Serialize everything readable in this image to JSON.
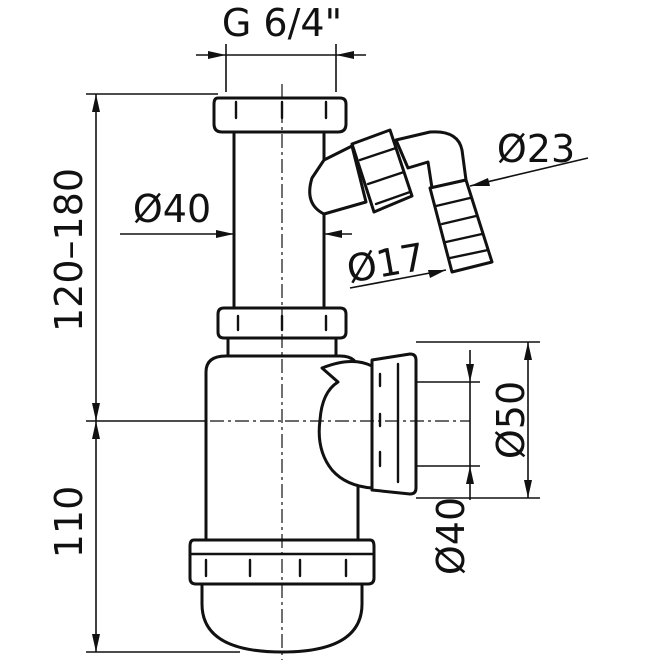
{
  "labels": {
    "thread": "G 6/4\"",
    "height_adjust": "120–180",
    "height_lower": "110",
    "dia_pipe": "Ø40",
    "dia_hose": "Ø23",
    "dia_nozzle": "Ø17",
    "dia_outlet_outer": "Ø50",
    "dia_outlet_inner": "Ø40"
  }
}
